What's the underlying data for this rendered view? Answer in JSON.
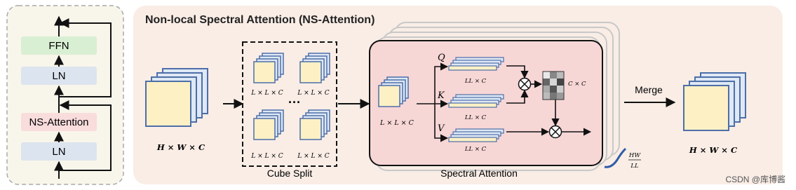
{
  "block": {
    "ffn": "FFN",
    "ln_top": "LN",
    "ns_attention": "NS-Attention",
    "ln_bottom": "LN"
  },
  "main": {
    "title": "Non-local Spectral Attention (NS-Attention)",
    "input_label": "H × W × C",
    "cube_split": {
      "caption": "Cube Split",
      "cube_label": "L × L × C",
      "dots": "···"
    },
    "spectral_attention": {
      "caption": "Spectral Attention",
      "input_label": "L × L × C",
      "q": "Q",
      "k": "K",
      "v": "V",
      "qkv_label": "LL × C",
      "attn_label": "C × C",
      "stack_num": "HW",
      "stack_den": "LL"
    },
    "merge": "Merge",
    "output_label": "H × W × C"
  },
  "watermark": "CSDN @库博酱",
  "colors": {
    "left_panel_bg": "#f8f5ea",
    "main_panel_bg": "#f9ede6",
    "ffn_fill": "#d9efd3",
    "ln_fill": "#dce4ef",
    "ns_fill": "#f9dcdc",
    "attention_box_fill": "#f7d6d6",
    "cube_face": "#fdf0c5",
    "cube_edge": "#4d6fa8",
    "bracket": "#2f5ca8"
  }
}
